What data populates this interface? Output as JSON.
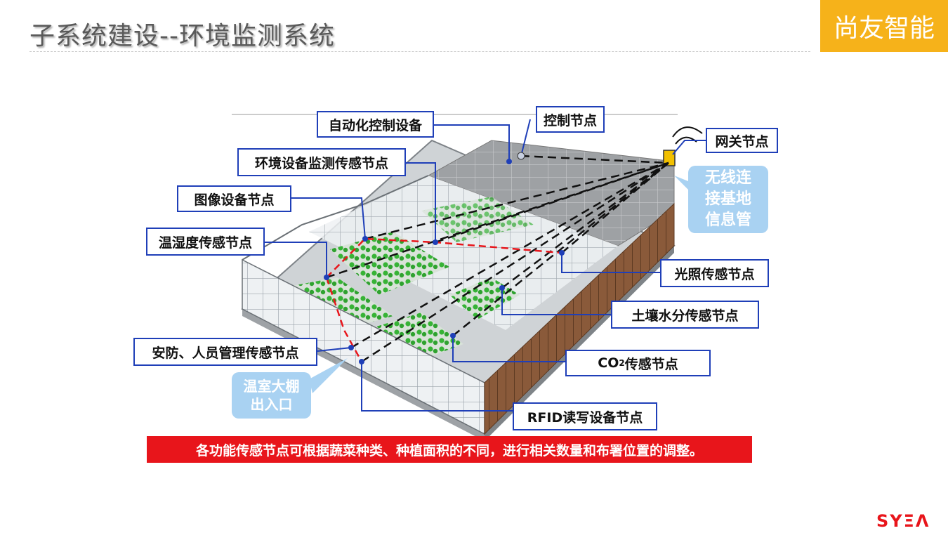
{
  "header": {
    "title": "子系统建设--环境监测系统",
    "brand": "尚友智能"
  },
  "labels": {
    "auto_control": "自动化控制设备",
    "control_node": "控制节点",
    "gateway_node": "网关节点",
    "env_monitor": "环境设备监测传感节点",
    "image_node": "图像设备节点",
    "temp_humidity": "温湿度传感节点",
    "light_sensor": "光照传感节点",
    "soil_moisture": "土壤水分传感节点",
    "security": "安防、人员管理传感节点",
    "co2_main": "CO",
    "co2_sub": "2",
    "co2_rest": "传感节点",
    "rfid": "RFID读写设备节点"
  },
  "bubbles": {
    "wireless": "无线连接基地信息管",
    "entrance": "温室大棚出入口"
  },
  "note": "各功能传感节点可根据蔬菜种类、种植面积的不同，进行相关数量和布署位置的调整。",
  "footer": {
    "logo": "SYΞΛ"
  },
  "colors": {
    "brand": "#f6b21a",
    "label_border": "#1f3fb8",
    "note_bg": "#e8151b",
    "bubble": "#a9d2f2"
  }
}
